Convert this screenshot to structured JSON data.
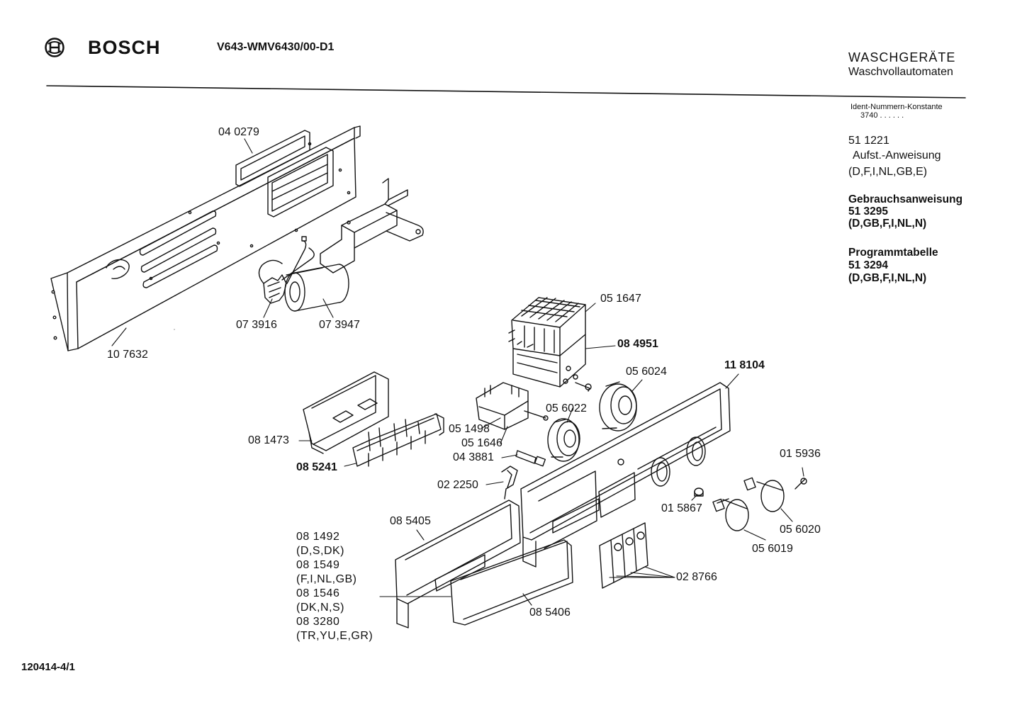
{
  "header": {
    "brand": "BOSCH",
    "model": "V643-WMV6430/00-D1",
    "category": "WASCHGERÄTE",
    "subcategory": "Waschvollautomaten",
    "ident_label": "Ident-Nummern-Konstante",
    "ident_value": "3740  . .   . . . ."
  },
  "documents": {
    "assembly": {
      "number": "51 1221",
      "title": "Aufst.-Anweisung",
      "languages": "(D,F,I,NL,GB,E)"
    },
    "usage": {
      "title": "Gebrauchsanweisung",
      "number": "51 3295",
      "languages": "(D,GB,F,I,NL,N)"
    },
    "program": {
      "title": "Programmtabelle",
      "number": "51 3294",
      "languages": "(D,GB,F,I,NL,N)"
    }
  },
  "parts": {
    "p040279": "04 0279",
    "p107632": "10 7632",
    "p073916": "07 3916",
    "p073947": "07 3947",
    "p051647": "05 1647",
    "p084951": "08 4951",
    "p056024": "05 6024",
    "p118104": "11 8104",
    "p056022": "05 6022",
    "p051498": "05 1498",
    "p051646": "05 1646",
    "p043881": "04 3881",
    "p022250": "02 2250",
    "p081473": "08 1473",
    "p085241": "08 5241",
    "p015936": "01 5936",
    "p015867": "01 5867",
    "p056020": "05 6020",
    "p056019": "05 6019",
    "p085405": "08 5405",
    "p085406": "08 5406",
    "p028766": "02 8766",
    "variants": [
      {
        "number": "08 1492",
        "countries": "(D,S,DK)"
      },
      {
        "number": "08 1549",
        "countries": "(F,I,NL,GB)"
      },
      {
        "number": "08 1546",
        "countries": "(DK,N,S)"
      },
      {
        "number": "08 3280",
        "countries": "(TR,YU,E,GR)"
      }
    ]
  },
  "footer": {
    "drawing_number": "120414-4/1"
  }
}
